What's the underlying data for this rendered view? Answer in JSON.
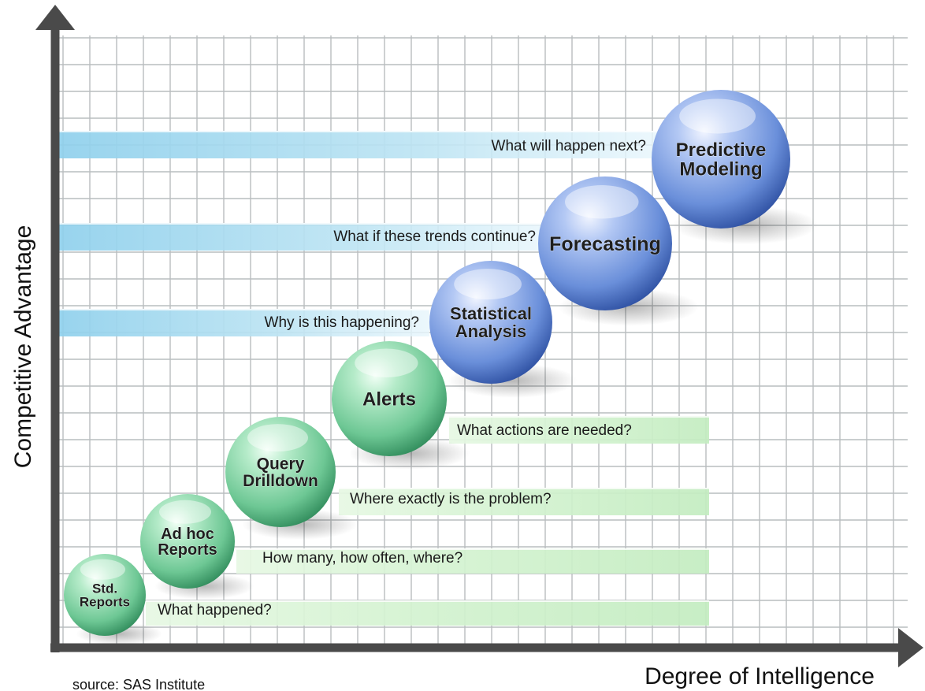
{
  "axes": {
    "y_label": "Competitive Advantage",
    "x_label": "Degree of Intelligence"
  },
  "source": "source: SAS Institute",
  "colors": {
    "green": "#7fd3a3",
    "blue": "#6f93dd",
    "green_bar": "#c9efc8",
    "blue_bar": "#8fd0ec",
    "grid": "#b9bdbf",
    "axis": "#4a4a4a"
  },
  "stages": [
    {
      "label_lines": [
        "Std.",
        "Reports"
      ],
      "question": "What happened?",
      "tone": "green"
    },
    {
      "label_lines": [
        "Ad hoc",
        "Reports"
      ],
      "question": "How many, how often, where?",
      "tone": "green"
    },
    {
      "label_lines": [
        "Query",
        "Drilldown"
      ],
      "question": "Where exactly is the problem?",
      "tone": "green"
    },
    {
      "label_lines": [
        "Alerts"
      ],
      "question": "What actions are needed?",
      "tone": "green"
    },
    {
      "label_lines": [
        "Statistical",
        "Analysis"
      ],
      "question": "Why is this happening?",
      "tone": "blue"
    },
    {
      "label_lines": [
        "Forecasting"
      ],
      "question": "What if these trends continue?",
      "tone": "blue"
    },
    {
      "label_lines": [
        "Predictive",
        "Modeling"
      ],
      "question": "What will happen next?",
      "tone": "blue"
    }
  ]
}
